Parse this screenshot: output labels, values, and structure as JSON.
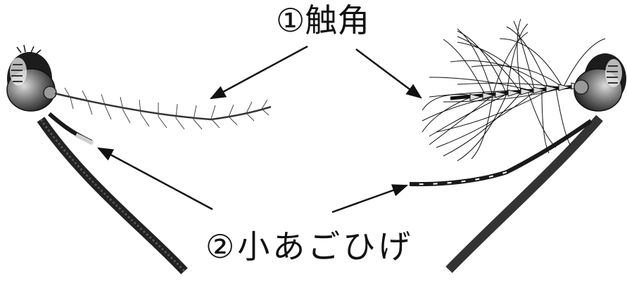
{
  "labels": {
    "antenna": "①触角",
    "palp": "②小あごひげ"
  },
  "colors": {
    "ink": "#111111",
    "head_dark": "#2b2b2b",
    "head_mid": "#6e6e6e",
    "head_light": "#bdbdbd",
    "background": "#ffffff"
  },
  "figures": [
    {
      "name": "left-mosquito-head",
      "antenna_type": "sparse-haired"
    },
    {
      "name": "right-mosquito-head",
      "antenna_type": "plumose"
    }
  ]
}
